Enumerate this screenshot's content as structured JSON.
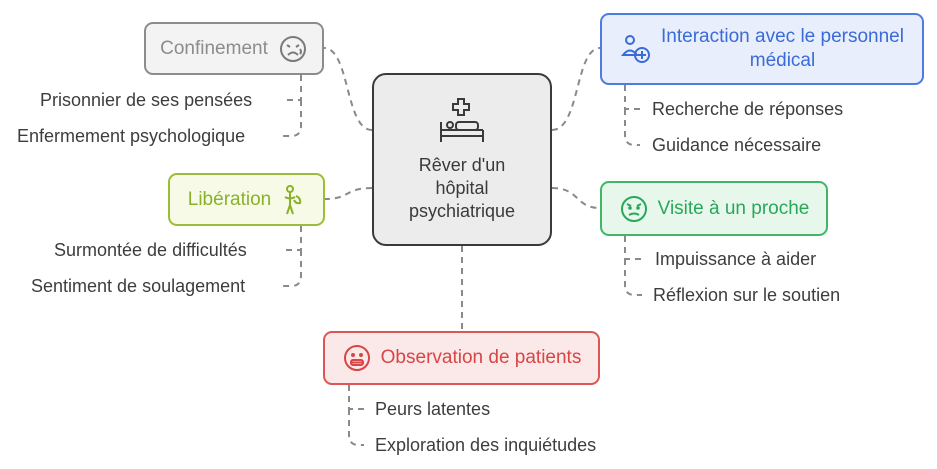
{
  "center": {
    "label_lines": [
      "Rêver d'un",
      "hôpital",
      "psychiatrique"
    ],
    "icon": "hospital-bed-icon"
  },
  "nodes": {
    "confinement": {
      "label": "Confinement",
      "icon": "sad-face-icon",
      "color": "#8c8c8c",
      "children": [
        "Prisonnier de ses pensées",
        "Enfermement psychologique"
      ]
    },
    "liberation": {
      "label": "Libération",
      "icon": "person-relief-icon",
      "color": "#9bbd3a",
      "children": [
        "Surmontée de difficultés",
        "Sentiment de soulagement"
      ]
    },
    "interaction": {
      "label_lines": [
        "Interaction avec le personnel",
        "médical"
      ],
      "icon": "medical-staff-icon",
      "color": "#4d7ce0",
      "children": [
        "Recherche de réponses",
        "Guidance nécessaire"
      ]
    },
    "visite": {
      "label": "Visite à un proche",
      "icon": "worried-face-icon",
      "color": "#3fb767",
      "children": [
        "Impuissance à aider",
        "Réflexion sur le soutien"
      ]
    },
    "observation": {
      "label": "Observation de patients",
      "icon": "grimace-face-icon",
      "color": "#dc5656",
      "children": [
        "Peurs latentes",
        "Exploration des inquiétudes"
      ]
    }
  }
}
